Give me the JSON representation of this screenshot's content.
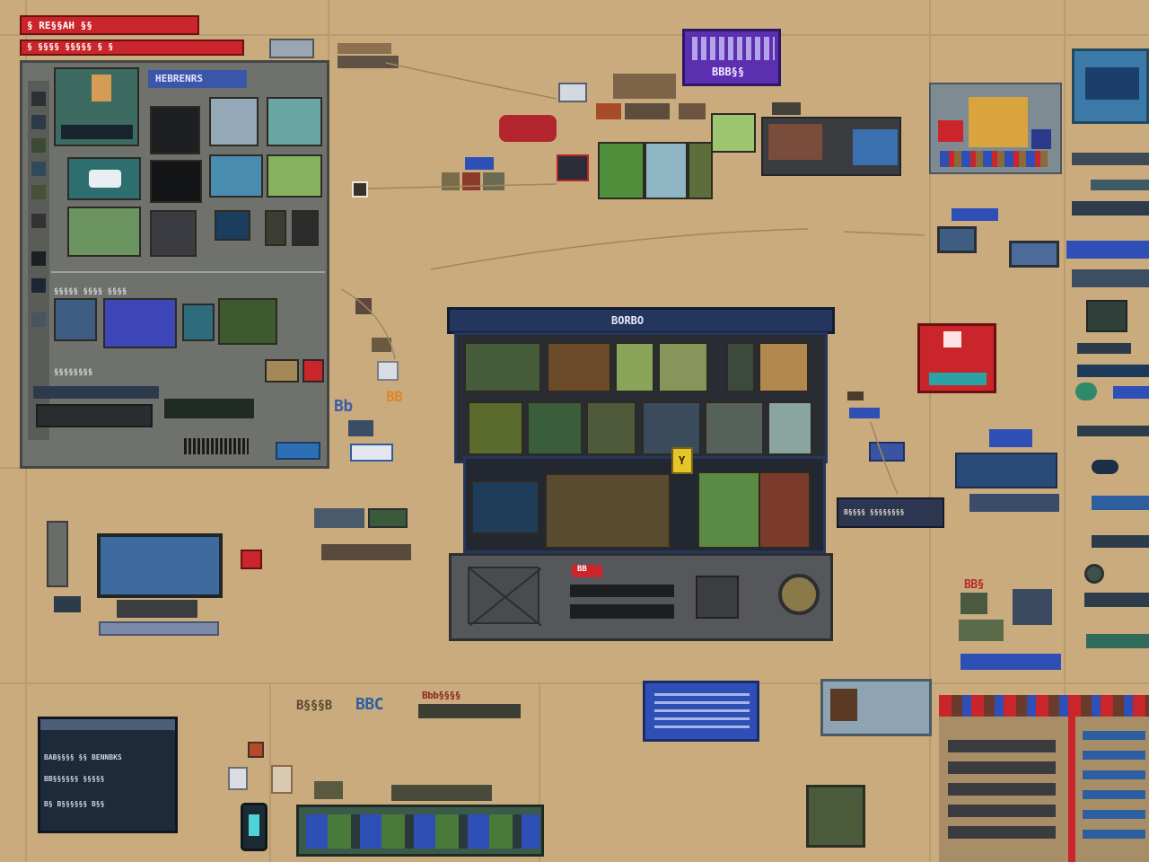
{
  "top_left": {
    "header_line_1": "§ RE§§AH  §§",
    "header_line_2": "§ §§§§ §§§§§ §  §"
  },
  "left_panel": {
    "title": "HEBRENRS",
    "row_label_1": "§§§§§ §§§§ §§§§",
    "row_label_2": "§§§§§§§§"
  },
  "center_machine": {
    "title": "BORBO",
    "slot_label": "BB",
    "badge": "Y"
  },
  "labels": {
    "bottom_left_screen_1": "BAB§§§§ §§ BENNBKS",
    "bottom_left_screen_2": "BB§§§§§§ §§§§§",
    "bottom_left_screen_3": "B§   B§§§§§§ B§§",
    "right_banner": "B§§§§ §§§§§§§§",
    "purple_box": "BBB§§",
    "orange_mark": "BB",
    "mid_left_tag": "Bb",
    "bottom_strip": "Bbb§§§§",
    "bottom_tag_1": "B§§§B",
    "bottom_tag_2": "BBC",
    "right_small": "BB§"
  },
  "colors": {
    "background": "#c9ab7e",
    "panel_grey": "#6f716c",
    "machine_blue": "#25365e",
    "machine_body": "#56575a",
    "accent_red": "#c9252a",
    "accent_purple": "#5b2fb0",
    "accent_blue": "#2d4fb6"
  }
}
